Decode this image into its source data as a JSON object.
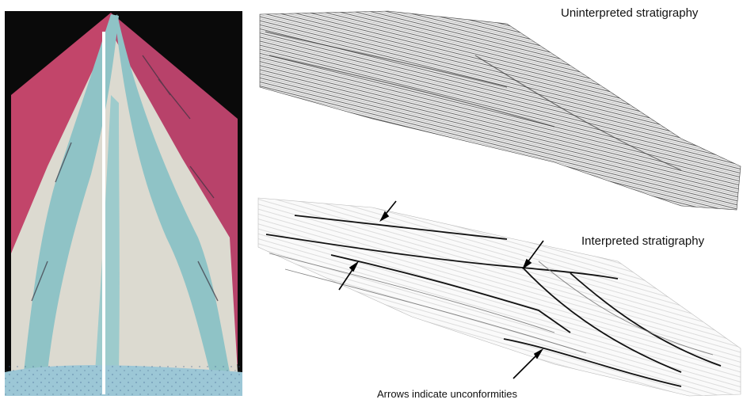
{
  "figure": {
    "labels": {
      "uninterpreted": "Uninterpreted stratigraphy",
      "interpreted": "Interpreted stratigraphy",
      "arrows_note": "Arrows indicate unconformities"
    },
    "colors": {
      "photo_bg": "#0a0a0a",
      "terrace_red": "#c2456a",
      "channel_blue": "#8fc3c6",
      "lobe_white": "#dcdad0",
      "basin_blue": "#9cc7d6",
      "section_line": "#ffffff"
    }
  }
}
